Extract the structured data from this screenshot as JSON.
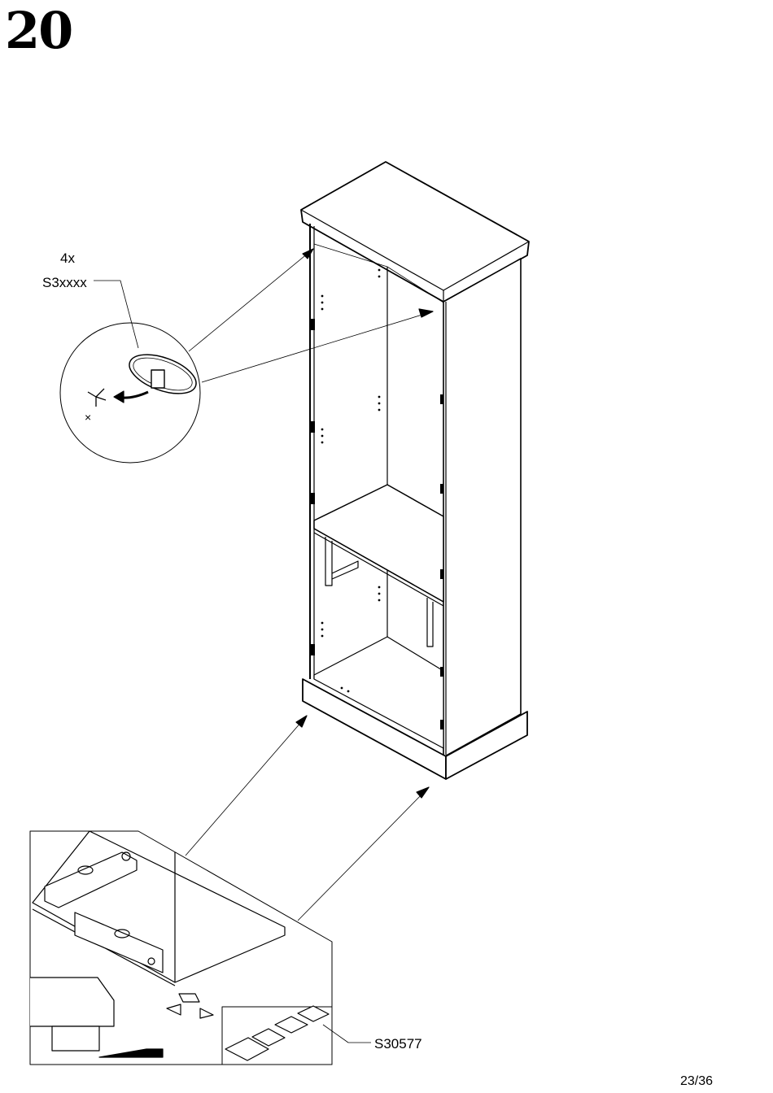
{
  "step": {
    "number": "20"
  },
  "callout_top": {
    "quantity": "4x",
    "part_code": "S3xxxx"
  },
  "callout_bottom": {
    "part_code": "S30577"
  },
  "page": {
    "indicator": "23/36"
  },
  "icons": [
    "screw-cam-detail-icon",
    "leveling-detail-icon",
    "shim-stack-icon",
    "arrow-icon"
  ]
}
